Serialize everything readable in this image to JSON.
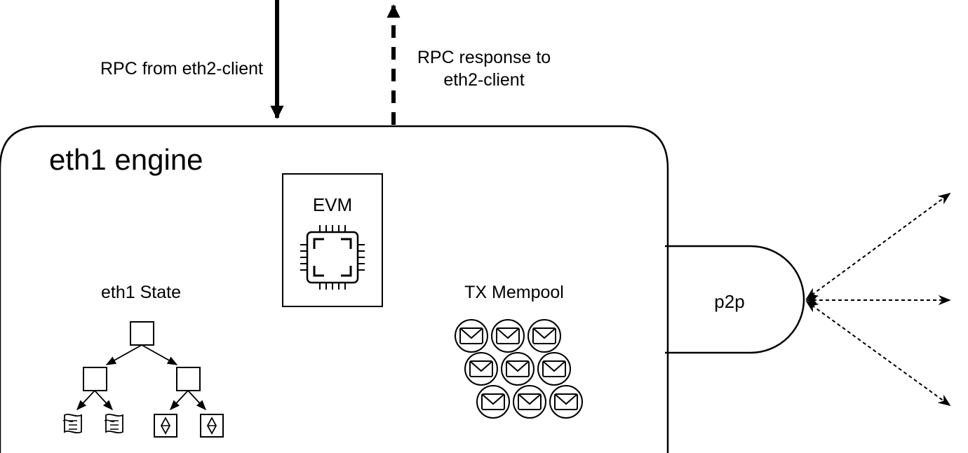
{
  "title": "",
  "rpc": {
    "from_label": "RPC from eth2-client",
    "response_label_line1": "RPC response to",
    "response_label_line2": "eth2-client"
  },
  "engine": {
    "label": "eth1 engine"
  },
  "evm": {
    "label": "EVM",
    "icon": "cpu-chip-icon"
  },
  "state": {
    "label": "eth1 State",
    "icon": "merkle-tree-icon",
    "leaf_icons": [
      "scroll-icon",
      "scroll-icon",
      "ether-icon",
      "ether-icon"
    ]
  },
  "mempool": {
    "label": "TX Mempool",
    "icon": "envelope-icon",
    "tx_count": 9
  },
  "p2p": {
    "label": "p2p",
    "peer_links": 3
  }
}
